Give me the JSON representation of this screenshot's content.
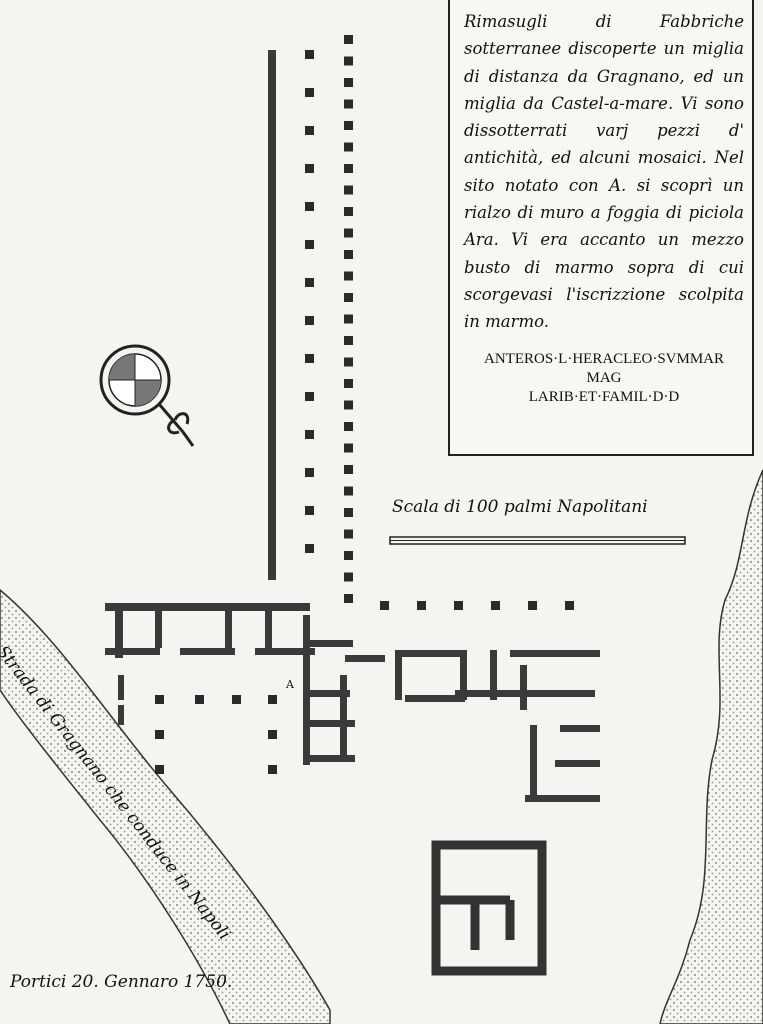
{
  "legend": {
    "description": "Rimasugli di Fabbriche sotterranee discoperte un miglia di distanza da Gragnano, ed un miglia da Castel-a-mare. Vi sono dissotterrati varj pezzi d' antichità, ed alcuni mosaici. Nel sito notato con A. si scoprì un rialzo di muro a foggia di piciola Ara. Vi era accanto un mezzo busto di marmo sopra di cui scorgevasi l'iscrizzione scolpita in marmo.",
    "inscription": [
      "ANTEROS·L·HERACLEO·SVMMAR",
      "MAG",
      "LARIB·ET·FAMIL·D·D"
    ]
  },
  "scale_label": "Scala di 100 palmi Napolitani",
  "road_label": "Strada di Gragnano che conduce in Napoli",
  "site_marker": "A",
  "date_label": "Portici 20. Gennaro 1750.",
  "compass_icon": "compass-rose-with-fleur-de-lis",
  "colors": {
    "ink": "#2a2a2a",
    "paper": "#f4f4f2",
    "stipple": "#9a9a9a"
  }
}
